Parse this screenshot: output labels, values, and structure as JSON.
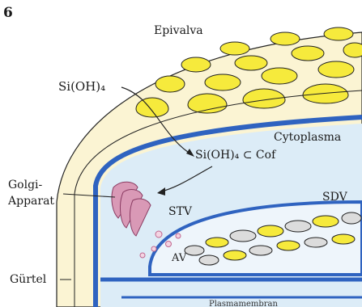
{
  "figure_number": "6",
  "labels": {
    "epivalva": "Epivalva",
    "si_oh4": "Si(OH)₄",
    "cytoplasma": "Cytoplasma",
    "si_oh4_cof": "Si(OH)₄ ⊂ Cof",
    "golgi_line1": "Golgi-",
    "golgi_line2": "Apparat",
    "sdv": "SDV",
    "stv": "STV",
    "av": "AV",
    "guertel": "Gürtel",
    "plasmamembran": "Plasmamembran"
  },
  "colors": {
    "frustule_yellow": "#f6ea3c",
    "cell_wall_cream": "#fbf4d3",
    "membrane_blue": "#2f63c0",
    "cytoplasm_lightblue": "#dcecf7",
    "golgi_pink": "#d999b6",
    "vesicle_grey": "#dcdcdc",
    "outline": "#222222"
  }
}
